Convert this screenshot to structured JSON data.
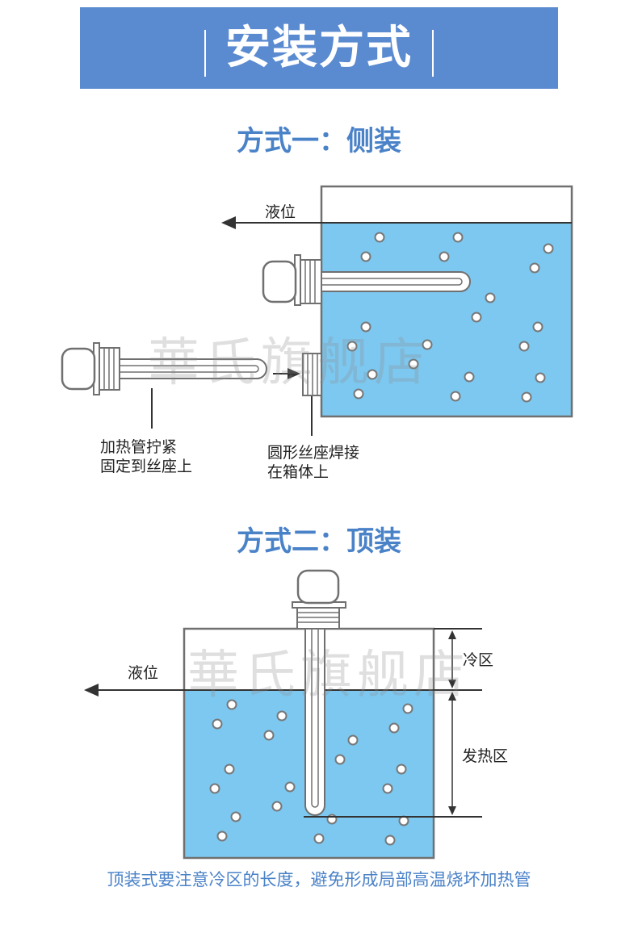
{
  "header": {
    "title": "安装方式"
  },
  "method1": {
    "title": "方式一：侧装",
    "liquid_level": "液位",
    "step1": [
      "加热管拧紧",
      "固定到丝座上"
    ],
    "step2": [
      "圆形丝座焊接",
      "在箱体上"
    ]
  },
  "method2": {
    "title": "方式二：顶装",
    "liquid_level": "液位",
    "cold_zone": "冷区",
    "heating_zone": "发热区"
  },
  "footer": {
    "note": "顶装式要注意冷区的长度，避免形成局部高温烧坏加热管"
  },
  "watermark": "華氏旗舰店",
  "colors": {
    "accent": "#5a8ad0",
    "water": "#7dc8f0",
    "outline": "#707070"
  }
}
